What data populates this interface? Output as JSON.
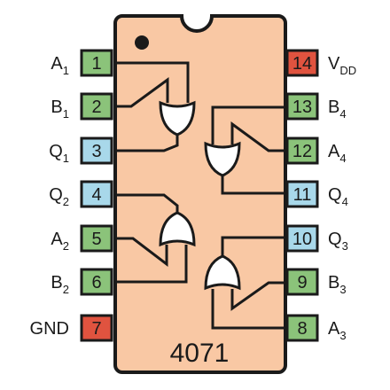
{
  "chip": {
    "part_number": "4071",
    "body_color": "#f9c8a4",
    "outline_color": "#1a1a1a"
  },
  "pin_colors": {
    "input": "#8bc37a",
    "output": "#a8d8ea",
    "power": "#e0533f"
  },
  "pins": [
    {
      "number": "1",
      "kind": "input",
      "label": "A",
      "sub": "1"
    },
    {
      "number": "2",
      "kind": "input",
      "label": "B",
      "sub": "1"
    },
    {
      "number": "3",
      "kind": "output",
      "label": "Q",
      "sub": "1"
    },
    {
      "number": "4",
      "kind": "output",
      "label": "Q",
      "sub": "2"
    },
    {
      "number": "5",
      "kind": "input",
      "label": "A",
      "sub": "2"
    },
    {
      "number": "6",
      "kind": "input",
      "label": "B",
      "sub": "2"
    },
    {
      "number": "7",
      "kind": "power",
      "label": "GND",
      "sub": ""
    },
    {
      "number": "8",
      "kind": "input",
      "label": "A",
      "sub": "3"
    },
    {
      "number": "9",
      "kind": "input",
      "label": "B",
      "sub": "3"
    },
    {
      "number": "10",
      "kind": "output",
      "label": "Q",
      "sub": "3"
    },
    {
      "number": "11",
      "kind": "output",
      "label": "Q",
      "sub": "4"
    },
    {
      "number": "12",
      "kind": "input",
      "label": "A",
      "sub": "4"
    },
    {
      "number": "13",
      "kind": "input",
      "label": "B",
      "sub": "4"
    },
    {
      "number": "14",
      "kind": "power",
      "label": "V",
      "sub": "DD"
    }
  ],
  "gates": [
    {
      "type": "OR",
      "inputs": [
        "1",
        "2"
      ],
      "output": "3"
    },
    {
      "type": "OR",
      "inputs": [
        "5",
        "6"
      ],
      "output": "4"
    },
    {
      "type": "OR",
      "inputs": [
        "8",
        "9"
      ],
      "output": "10"
    },
    {
      "type": "OR",
      "inputs": [
        "12",
        "13"
      ],
      "output": "11"
    }
  ]
}
